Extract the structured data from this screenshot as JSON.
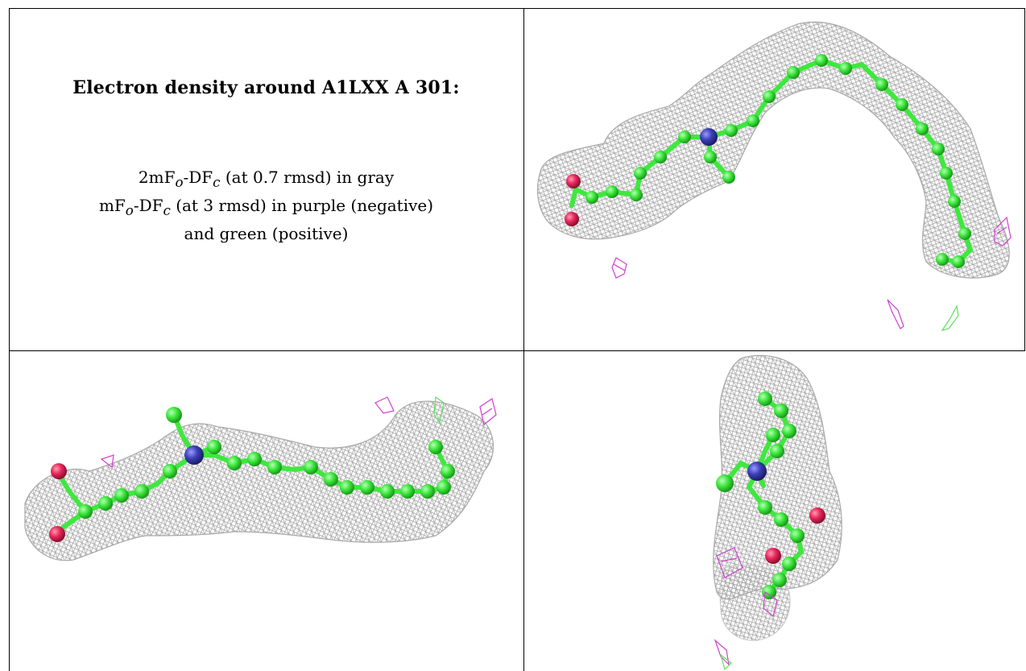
{
  "figure": {
    "heading": "Electron density around A1LXX A 301:",
    "legend": {
      "line1_prefix": "2mF",
      "line1_sub1": "o",
      "line1_mid": "-DF",
      "line1_sub2": "c",
      "line1_suffix": " (at 0.7 rmsd) in gray",
      "line2_prefix": "mF",
      "line2_sub1": "o",
      "line2_mid": "-DF",
      "line2_sub2": "c",
      "line2_suffix": " (at 3 rmsd) in purple (negative)",
      "line3": "and green (positive)"
    }
  },
  "colors": {
    "mesh_gray": "#a9a9a9",
    "carbon": "#3ee83e",
    "oxygen": "#e8265a",
    "nitrogen": "#3c3fb8",
    "negative_density": "#d13fd1",
    "positive_density": "#5ee05e",
    "border": "#000000"
  },
  "views": [
    {
      "name": "top-right-view",
      "orientation": "arch"
    },
    {
      "name": "bottom-left-view",
      "orientation": "extended"
    },
    {
      "name": "bottom-right-view",
      "orientation": "end-on"
    }
  ]
}
